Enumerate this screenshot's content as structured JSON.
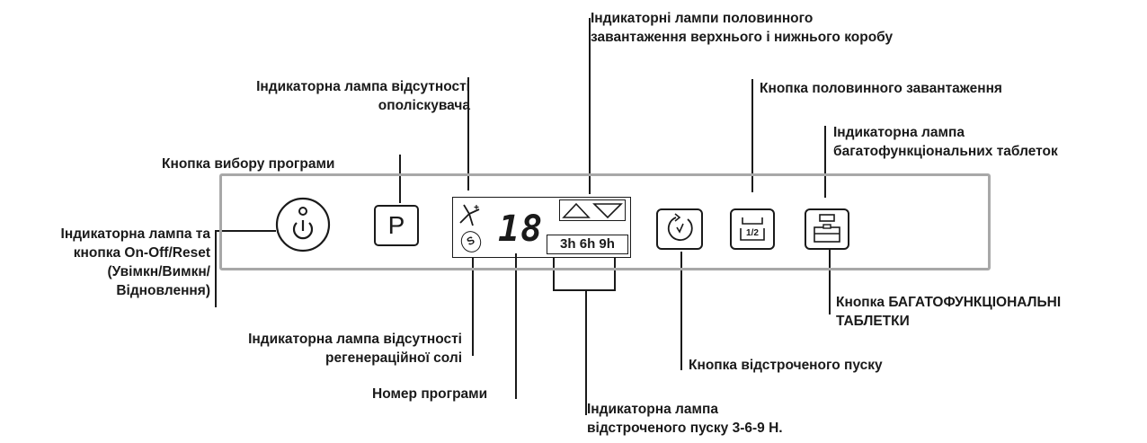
{
  "labels": {
    "half_load_lamps": [
      "Індикаторні лампи половинного",
      "завантаження верхнього і нижнього коробу"
    ],
    "rinse_aid_lamp": [
      "Індикаторна лампа відсутності",
      "ополіскувача"
    ],
    "half_load_button": "Кнопка половинного завантаження",
    "tablet_lamp": [
      "Індикаторна лампа",
      "багатофункціональних таблеток"
    ],
    "program_button": "Кнопка вибору програми",
    "power": [
      "Індикаторна лампа та",
      "кнопка On-Off/Reset",
      "(Увімкн/Вимкн/",
      "Відновлення)"
    ],
    "tablet_button": [
      "Кнопка БАГАТОФУНКЦІОНАЛЬНІ",
      "ТАБЛЕТКИ"
    ],
    "salt_lamp": [
      "Індикаторна лампа  відсутності",
      "регенераційної солі"
    ],
    "delay_button": "Кнопка відстроченого пуску",
    "program_number": "Номер програми",
    "delay_lamp": [
      "Індикаторна лампа",
      "відстроченого пуску 3-6-9 Н."
    ]
  },
  "panel": {
    "program_key": "P",
    "display_digits": "18",
    "salt_symbol": "S",
    "delay_hours": [
      "3h",
      "6h",
      "9h"
    ],
    "half_load_fraction": "1/2"
  },
  "icons": [
    "power-icon",
    "rinse-aid-icon",
    "salt-icon",
    "arrow-up-icon",
    "arrow-down-icon",
    "clock-icon",
    "half-load-icon",
    "tablet-icon"
  ]
}
